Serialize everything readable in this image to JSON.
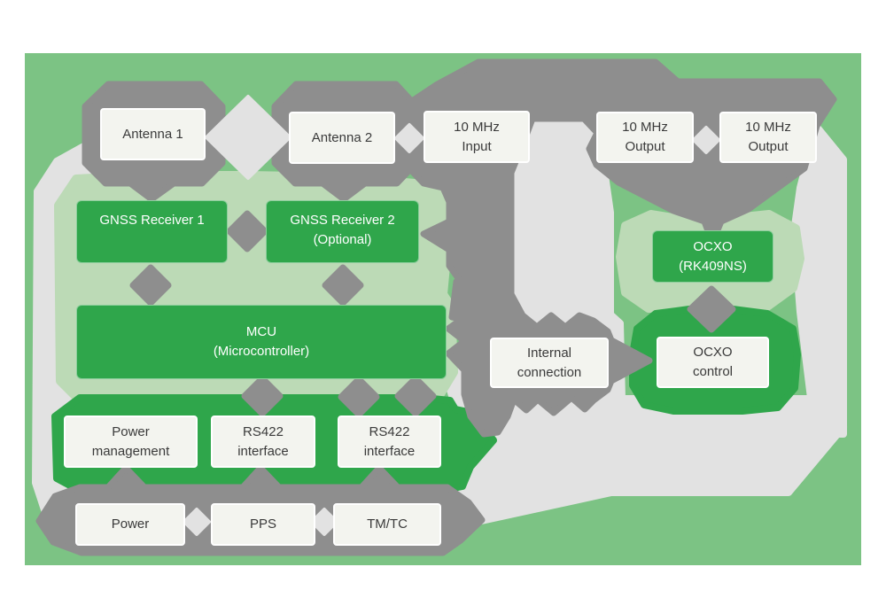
{
  "diagram": {
    "type": "block-diagram",
    "colors": {
      "page_background": "#ffffff",
      "canvas_green": "#7cc384",
      "module_region_light_green": "#bcdab6",
      "block_green": "#2fa64b",
      "connector_dark_gray": "#8e8e8e",
      "connector_light_gray": "#e2e2e2",
      "box_fill": "#f3f4ef",
      "box_border": "#ffffff",
      "text_dark": "#3a3a3a",
      "text_light": "#ffffff"
    },
    "nodes": {
      "antenna1": {
        "label": "Antenna 1",
        "style": "white"
      },
      "antenna2": {
        "label": "Antenna 2",
        "style": "white"
      },
      "mhzInput": {
        "label": "10 MHz\nInput",
        "style": "white"
      },
      "mhzOutput1": {
        "label": "10 MHz\nOutput",
        "style": "white"
      },
      "mhzOutput2": {
        "label": "10 MHz\nOutput",
        "style": "white"
      },
      "gnss1": {
        "label": "GNSS Receiver 1",
        "style": "green"
      },
      "gnss2": {
        "label": "GNSS Receiver 2\n(Optional)",
        "style": "green"
      },
      "mcu": {
        "label": "MCU\n(Microcontroller)",
        "style": "green"
      },
      "ocxo": {
        "label": "OCXO\n(RK409NS)",
        "style": "green"
      },
      "internal": {
        "label": "Internal\nconnection",
        "style": "white"
      },
      "ocxoControl": {
        "label": "OCXO\ncontrol",
        "style": "white"
      },
      "powerMgmt": {
        "label": "Power\nmanagement",
        "style": "white"
      },
      "rs422a": {
        "label": "RS422\ninterface",
        "style": "white"
      },
      "rs422b": {
        "label": "RS422\ninterface",
        "style": "white"
      },
      "power": {
        "label": "Power",
        "style": "white"
      },
      "pps": {
        "label": "PPS",
        "style": "white"
      },
      "tmtc": {
        "label": "TM/TC",
        "style": "white"
      }
    },
    "edges": [
      {
        "from": "antenna1",
        "to": "gnss1"
      },
      {
        "from": "antenna2",
        "to": "gnss2"
      },
      {
        "from": "antenna2",
        "to": "mhzInput"
      },
      {
        "from": "mhzInput",
        "to": "internal"
      },
      {
        "from": "mhzOutput1",
        "to": "mhzOutput2"
      },
      {
        "from": "mhzOutput1",
        "to": "ocxo"
      },
      {
        "from": "gnss1",
        "to": "gnss2"
      },
      {
        "from": "gnss1",
        "to": "mcu"
      },
      {
        "from": "gnss2",
        "to": "mcu"
      },
      {
        "from": "gnss2",
        "to": "internal"
      },
      {
        "from": "mcu",
        "to": "internal"
      },
      {
        "from": "internal",
        "to": "ocxoControl"
      },
      {
        "from": "ocxo",
        "to": "ocxoControl"
      },
      {
        "from": "mcu",
        "to": "rs422a"
      },
      {
        "from": "mcu",
        "to": "rs422b"
      },
      {
        "from": "powerMgmt",
        "to": "power"
      },
      {
        "from": "rs422a",
        "to": "pps"
      },
      {
        "from": "rs422b",
        "to": "tmtc"
      },
      {
        "from": "power",
        "to": "pps"
      },
      {
        "from": "pps",
        "to": "tmtc"
      }
    ]
  }
}
